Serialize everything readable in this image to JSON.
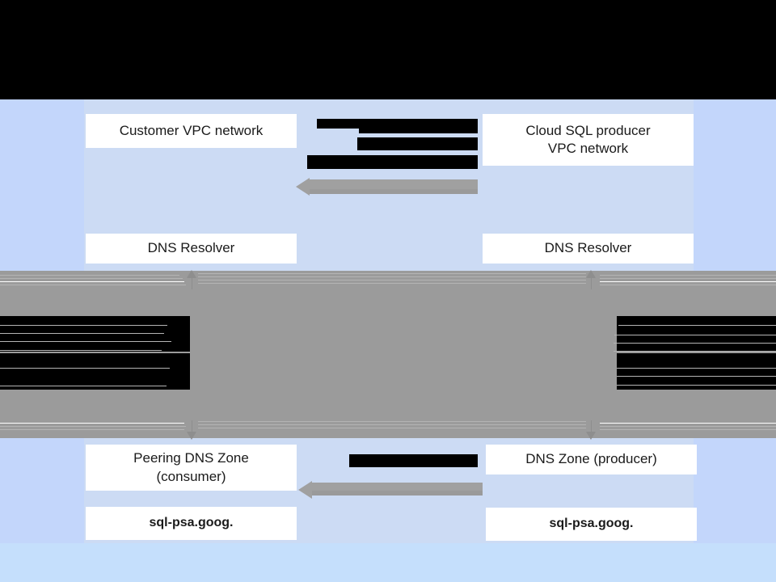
{
  "diagram": {
    "title_region": "redacted",
    "boxes": {
      "customer_vpc": "Customer VPC network",
      "producer_vpc": "Cloud SQL producer\nVPC network",
      "producer_vpc_line1": "Cloud SQL producer",
      "producer_vpc_line2": "VPC network",
      "consumer_dns_resolver": "DNS Resolver",
      "producer_dns_resolver": "DNS Resolver",
      "peering_zone_line1": "Peering DNS Zone",
      "peering_zone_line2": "(consumer)",
      "producer_zone": "DNS Zone (producer)",
      "consumer_domain": "sql-psa.goog.",
      "producer_domain": "sql-psa.goog."
    },
    "redactions": {
      "header_banner": "",
      "top_arrow_label_1": "",
      "top_arrow_label_2": "",
      "top_arrow_label_3": "",
      "gray_left_block_1": "",
      "gray_left_block_2": "",
      "gray_right_block_1": "",
      "gray_right_block_2": "",
      "bottom_arrow_label": ""
    },
    "colors": {
      "redaction": "#000000",
      "outer_panel": "#c3d6fb",
      "inner_panel": "#ccdbf4",
      "bottom_panel": "#c5dffc",
      "middle_band": "#9b9b9b",
      "box_fill": "#ffffff",
      "text": "#1a1a1a",
      "arrow": "#a0a0a0"
    }
  }
}
